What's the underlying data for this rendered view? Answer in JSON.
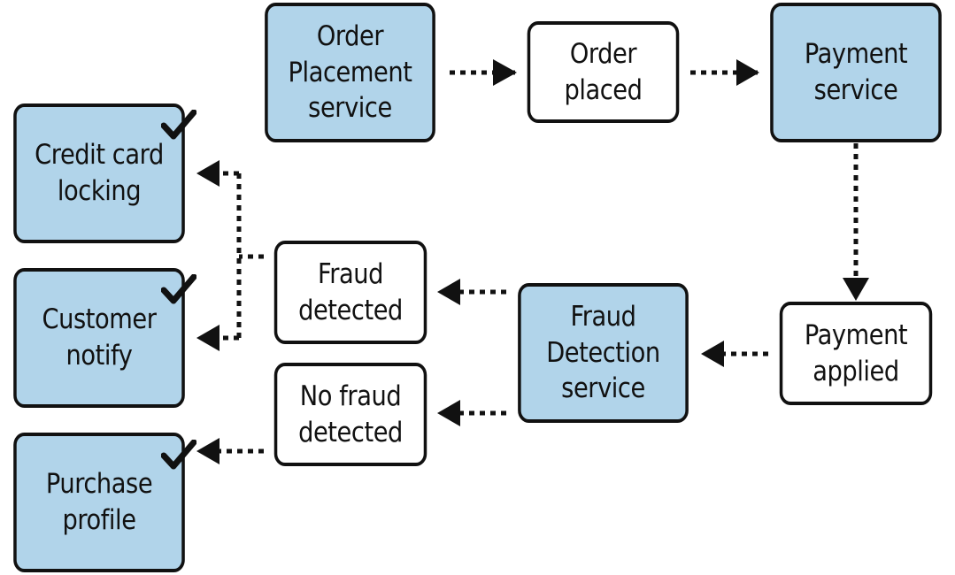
{
  "colors": {
    "service_fill": "#b1d4ea",
    "event_fill": "#ffffff",
    "stroke": "#111111"
  },
  "nodes": {
    "order_placement_service": "Order\nPlacement\nservice",
    "order_placed": "Order\nplaced",
    "payment_service": "Payment\nservice",
    "payment_applied": "Payment\napplied",
    "fraud_detection_service": "Fraud\nDetection\nservice",
    "fraud_detected": "Fraud\ndetected",
    "no_fraud_detected": "No fraud\ndetected",
    "credit_card_locking": "Credit card\nlocking",
    "customer_notify": "Customer\nnotify",
    "purchase_profile": "Purchase\nprofile"
  },
  "completed_icons": [
    "checkmark-icon",
    "checkmark-icon",
    "checkmark-icon"
  ]
}
